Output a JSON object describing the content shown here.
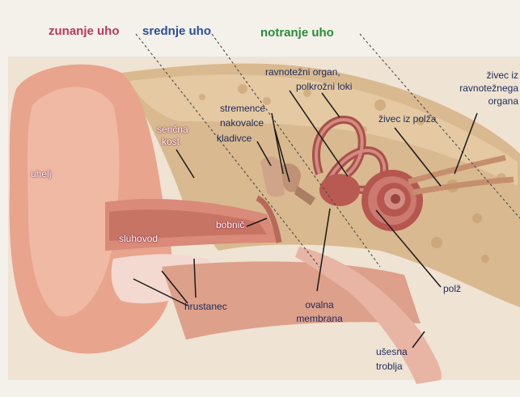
{
  "colors": {
    "outer_ear": "#b8385c",
    "middle_ear": "#2a4f9a",
    "inner_ear": "#2d8a3a",
    "label_dark": "#1d2a5a",
    "label_white": "#ffffff",
    "label_red": "#7a1a32",
    "background": "#f3f1ea"
  },
  "headers": {
    "outer_ear": "zunanje uho",
    "middle_ear": "srednje uho",
    "inner_ear": "notranje uho"
  },
  "labels": {
    "uhelj": "uhelj",
    "sencna_kost_1": "senčna",
    "sencna_kost_2": "kost",
    "sluhovod": "sluhovod",
    "bobnic": "bobnič",
    "hrustanec": "hrustanec",
    "stremence": "stremence",
    "nakovalce": "nakovalce",
    "kladivce": "kladivce",
    "ravnotezni_organ_1": "ravnotežni organ,",
    "ravnotezni_organ_2": "polkrožni loki",
    "zivec_iz_polza": "živec iz polža",
    "zivec_ravnotezja_1": "živec iz",
    "zivec_ravnotezja_2": "ravnotežnega",
    "zivec_ravnotezja_3": "organa",
    "ovalna_membrana_1": "ovalna",
    "ovalna_membrana_2": "membrana",
    "polz": "polž",
    "usesna_troblja_1": "ušesna",
    "usesna_troblja_2": "troblja"
  }
}
